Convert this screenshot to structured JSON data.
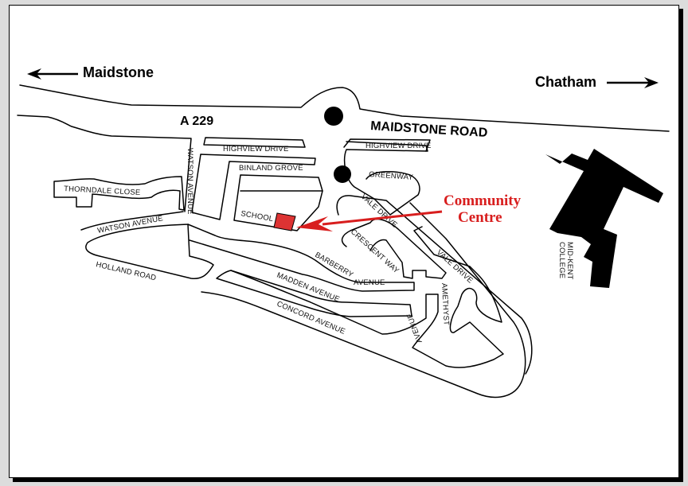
{
  "map": {
    "directions": {
      "left": {
        "label": "Maidstone",
        "arrow": "arrow-left"
      },
      "right": {
        "label": "Chatham",
        "arrow": "arrow-right"
      }
    },
    "main_roads": {
      "a229": "A 229",
      "maidstone_road": "MAIDSTONE ROAD"
    },
    "streets": {
      "highview_drive_west": "HIGHVIEW DRIVE",
      "highview_drive_east": "HIGHVIEW DRIVE",
      "binland_grove": "BINLAND GROVE",
      "watson_avenue_vertical": "WATSON AVENUE",
      "watson_avenue": "WATSON AVENUE",
      "thorndale_close": "THORNDALE CLOSE",
      "holland_road": "HOLLAND ROAD",
      "greenway": "GREENWAY",
      "vale_drive_north": "VALE DRIVE",
      "vale_drive_south": "VALE DRIVE",
      "crescent_way": "CRESCENT WAY",
      "barberry": "BARBERRY",
      "barberry_avenue": "AVENUE",
      "madden_avenue": "MADDEN AVENUE",
      "concord_avenue": "CONCORD AVENUE",
      "amethyst": "AMETHYST",
      "amethyst_avenue": "AVENUE"
    },
    "places": {
      "school": "SCHOOL",
      "college_line1": "MID-KENT",
      "college_line2": "COLLEGE"
    },
    "highlight": {
      "line1": "Community",
      "line2": "Centre",
      "color": "#d81e1e",
      "marker_color": "#dd3333"
    },
    "colors": {
      "background": "#dcdcdc",
      "card": "#ffffff",
      "ink": "#000000"
    }
  }
}
